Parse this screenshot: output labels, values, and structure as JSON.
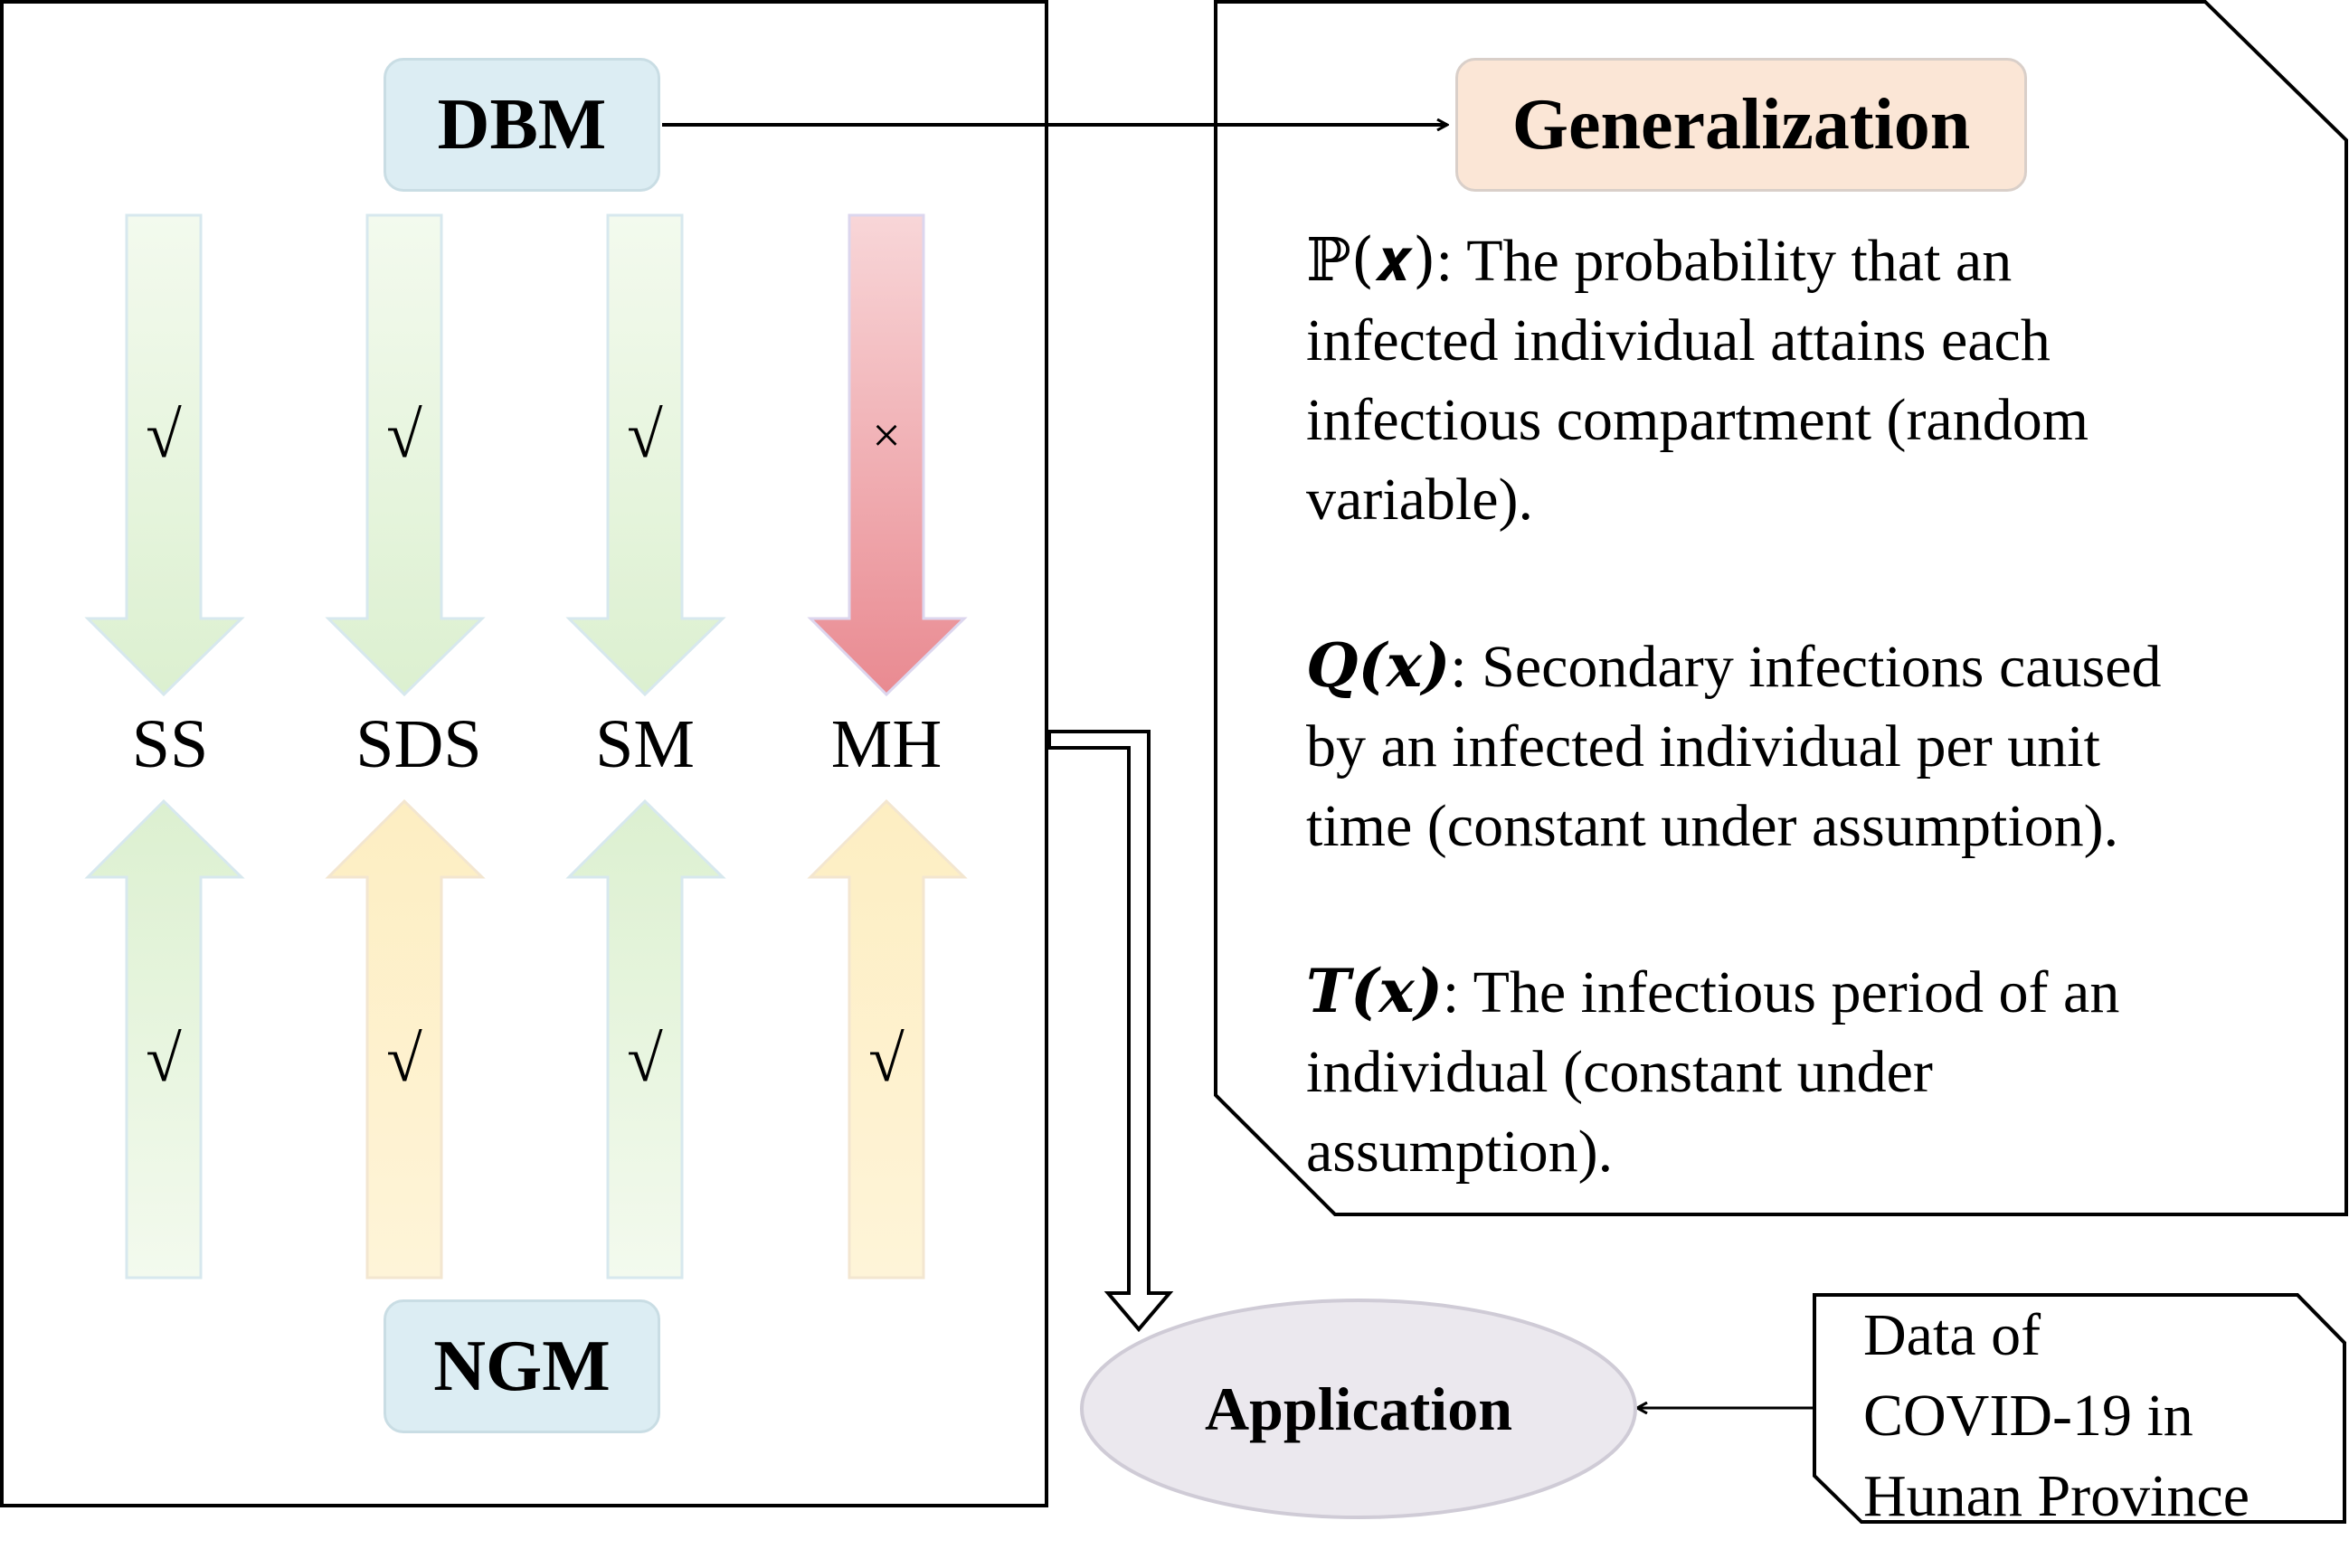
{
  "left_panel": {
    "top_label": "DBM",
    "bottom_label": "NGM",
    "methods": [
      {
        "name": "SS",
        "dbm_mark": "√",
        "ngm_mark": "√",
        "dbm_ok": true,
        "ngm_color": "green"
      },
      {
        "name": "SDS",
        "dbm_mark": "√",
        "ngm_mark": "√",
        "dbm_ok": true,
        "ngm_color": "yellow"
      },
      {
        "name": "SM",
        "dbm_mark": "√",
        "ngm_mark": "√",
        "dbm_ok": true,
        "ngm_color": "green"
      },
      {
        "name": "MH",
        "dbm_mark": "×",
        "ngm_mark": "√",
        "dbm_ok": false,
        "ngm_color": "yellow"
      }
    ]
  },
  "generalization": {
    "title": "Generalization",
    "items": [
      {
        "symbol": "ℙ(𝒙)",
        "text": ": The probability that an",
        "cont": [
          "infected individual attains each",
          "infectious compartment (random",
          "variable)."
        ]
      },
      {
        "symbol": "Q(𝒙)",
        "text": ": Secondary infections caused",
        "cont": [
          "by an infected individual per unit",
          "time (constant under assumption)."
        ]
      },
      {
        "symbol": "T(𝒙)",
        "text": ": The infectious period of an",
        "cont": [
          "individual (constant under",
          "assumption)."
        ]
      }
    ]
  },
  "application": {
    "label": "Application"
  },
  "data_source": {
    "lines": [
      "Data of",
      "COVID-19 in",
      "Hunan Province"
    ]
  },
  "colors": {
    "blue_box": "#dcedf3",
    "orange_box": "#fbe6d6",
    "ellipse": "#ebe8ee",
    "green_arrow": "#e3f3d9",
    "yellow_arrow": "#fdf0c6",
    "red_arrow": "#ef9aa0"
  }
}
